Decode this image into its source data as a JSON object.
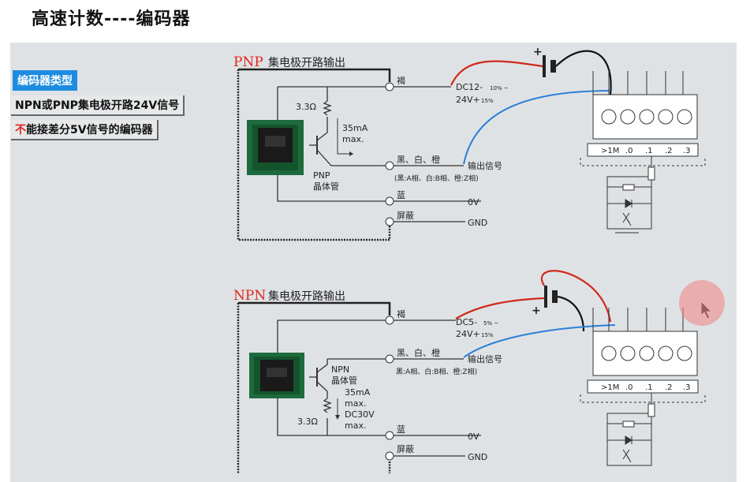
{
  "title": "高速计数----编码器",
  "panel": {
    "encoder_type": "编码器类型",
    "line1": "NPN或PNP集电极开路24V信号",
    "line2_red": "不",
    "line2_rest": "能接差分5V信号的编码器"
  },
  "pnp": {
    "type_label": "PNP",
    "heading": "集电极开路输出",
    "resistor": "3.3Ω",
    "current": "35mA",
    "current_max": "max.",
    "transistor1": "PNP",
    "transistor2": "晶体管",
    "brown": "褐",
    "dc_label": "DC12-",
    "dc_tol1": "10% ~",
    "dc_24v": "24V+",
    "dc_tol2": "15%",
    "output_wires": "黑、白、橙",
    "output_signal": "输出信号",
    "output_phases": "(黑:A相、白:B相、橙:Z相)",
    "blue": "蓝",
    "zero_v": "0V",
    "shield": "屏蔽",
    "gnd": "GND",
    "plus": "+",
    "terminals": [
      ">1M",
      ".0",
      ".1",
      ".2",
      ".3"
    ]
  },
  "npn": {
    "type_label": "NPN",
    "heading": "集电极开路输出",
    "resistor": "3.3Ω",
    "transistor1": "NPN",
    "transistor2": "晶体管",
    "current": "35mA",
    "current_max": "max.",
    "voltage": "DC30V",
    "voltage_max": "max.",
    "brown": "褐",
    "dc_label": "DC5-",
    "dc_tol1": "5% ~",
    "dc_24v": "24V+",
    "dc_tol2": "15%",
    "output_wires": "黑、白、橙",
    "output_signal": "输出信号",
    "output_phases": "黑:A相、白:B相、橙:Z相)",
    "blue": "蓝",
    "zero_v": "0V",
    "shield": "屏蔽",
    "gnd": "GND",
    "plus": "+",
    "terminals": [
      ">1M",
      ".0",
      ".1",
      ".2",
      ".3"
    ]
  }
}
